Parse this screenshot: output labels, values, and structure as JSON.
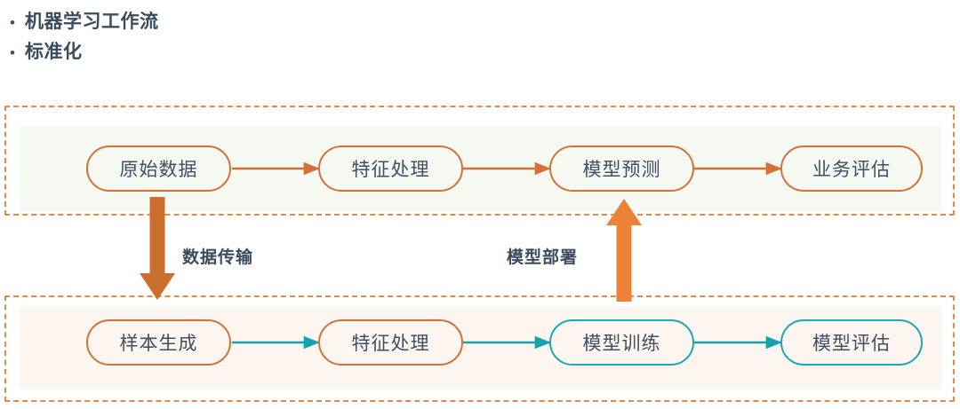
{
  "slide": {
    "bullets": [
      {
        "marker": "•",
        "text": "机器学习工作流"
      },
      {
        "marker": "•",
        "text": "标准化"
      }
    ]
  },
  "colors": {
    "node_orange": "#D2723A",
    "node_teal": "#1BA7B3",
    "arrow_orange": "#D2723A",
    "arrow_teal": "#17A2B0",
    "block_arrow_down": "#CC6E2E",
    "block_arrow_up": "#ED8136",
    "dashed_border": "#E08A4B",
    "panel_top_fill": "#F6F9F2",
    "panel_bottom_fill": "#FDF5F0",
    "text": "#3f5062"
  },
  "diagram": {
    "top_lane": {
      "name": "online-inference-lane",
      "nodes": [
        {
          "label": "原始数据",
          "style": "orange"
        },
        {
          "label": "特征处理",
          "style": "orange"
        },
        {
          "label": "模型预测",
          "style": "orange"
        },
        {
          "label": "业务评估",
          "style": "orange"
        }
      ],
      "connector_style": "orange"
    },
    "bottom_lane": {
      "name": "offline-training-lane",
      "nodes": [
        {
          "label": "样本生成",
          "style": "orange"
        },
        {
          "label": "特征处理",
          "style": "orange"
        },
        {
          "label": "模型训练",
          "style": "teal"
        },
        {
          "label": "模型评估",
          "style": "teal"
        }
      ],
      "connector_style": "teal"
    },
    "cross_lane_arrows": [
      {
        "label": "数据传输",
        "direction": "down",
        "from": "原始数据",
        "to": "样本生成"
      },
      {
        "label": "模型部署",
        "direction": "up",
        "from": "模型训练",
        "to": "模型预测"
      }
    ]
  }
}
